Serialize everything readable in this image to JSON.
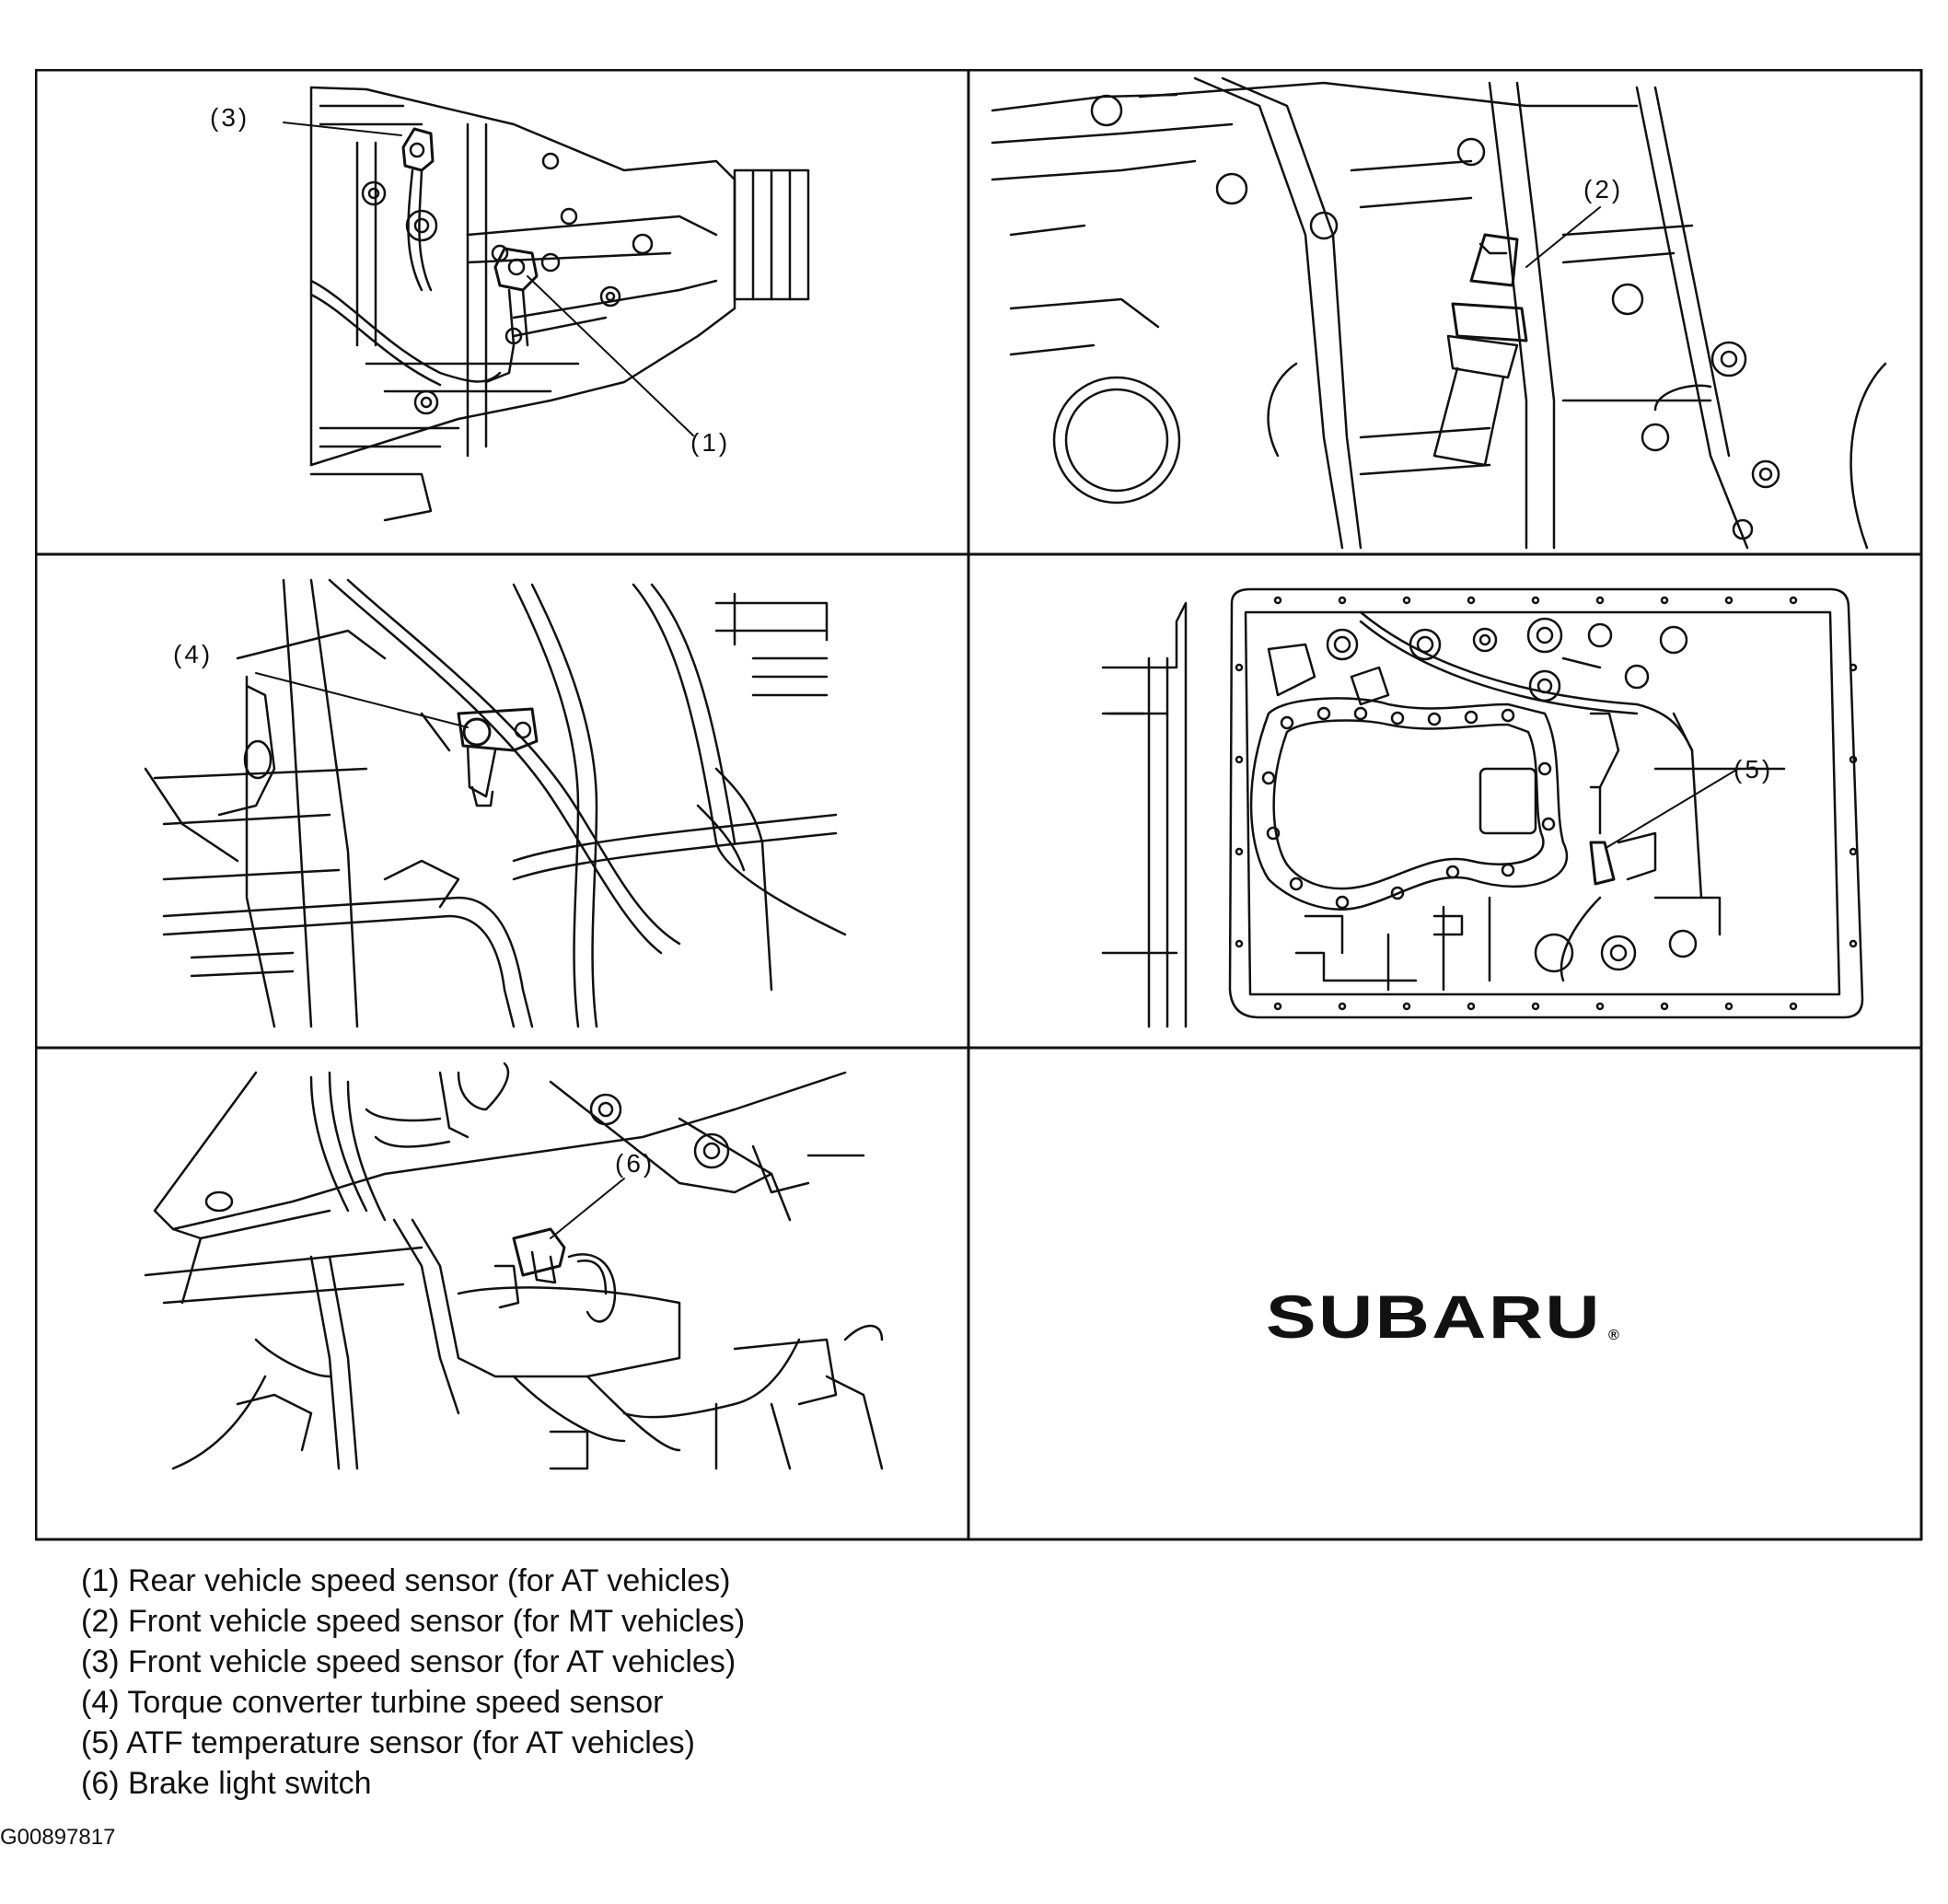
{
  "callouts": {
    "c1": "(1)",
    "c2": "(2)",
    "c3": "(3)",
    "c4": "(4)",
    "c5": "(5)",
    "c6": "(6)"
  },
  "logo": {
    "text": "SUBARU",
    "mark": "®"
  },
  "legend": [
    "(1) Rear vehicle speed sensor (for AT vehicles)",
    "(2) Front vehicle speed sensor (for MT vehicles)",
    "(3) Front vehicle speed sensor (for AT vehicles)",
    "(4) Torque converter turbine speed sensor",
    "(5) ATF temperature sensor (for AT vehicles)",
    "(6) Brake light switch"
  ],
  "figure_id": "G00897817",
  "colors": {
    "line": "#111111",
    "background": "#ffffff"
  }
}
